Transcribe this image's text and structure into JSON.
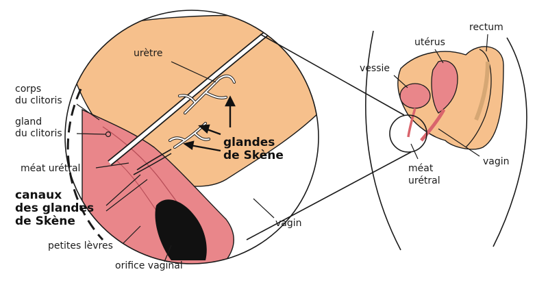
{
  "labels": {
    "uretre": "urètre",
    "corps_clitoris": [
      "corps",
      "du clitoris"
    ],
    "gland_clitoris": [
      "gland",
      "du clitoris"
    ],
    "meat_uretral_left": "méat urétral",
    "canaux": [
      "canaux",
      "des glandes",
      "de Skène"
    ],
    "glandes_skene": [
      "glandes",
      "de Skène"
    ],
    "petites_levres": "petites lèvres",
    "orifice_vaginal": "orifice vaginal",
    "vagin_left": "vagin",
    "vessie": "vessie",
    "uterus": "utérus",
    "rectum": "rectum",
    "vagin_right": "vagin",
    "meat_uretral_right": [
      "méat",
      "urétral"
    ]
  },
  "colors": {
    "peach": "#f6c08c",
    "pink": "#e9868a",
    "pink_dark": "#d9646c",
    "outline": "#1a1a1a",
    "gland_white": "#ffffff"
  }
}
